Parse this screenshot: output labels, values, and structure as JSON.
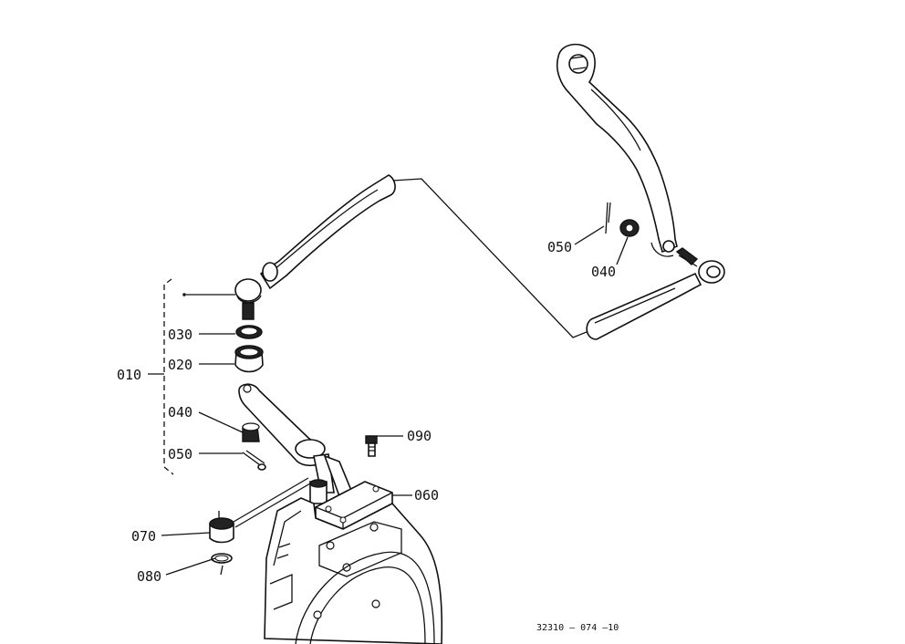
{
  "labels": {
    "p010": "010",
    "p020": "020",
    "p030": "030",
    "p040a": "040",
    "p050a": "050",
    "p060": "060",
    "p070": "070",
    "p080": "080",
    "p090": "090",
    "p040b": "040",
    "p050b": "050"
  },
  "drawing_code": "32310 – 074 –10"
}
